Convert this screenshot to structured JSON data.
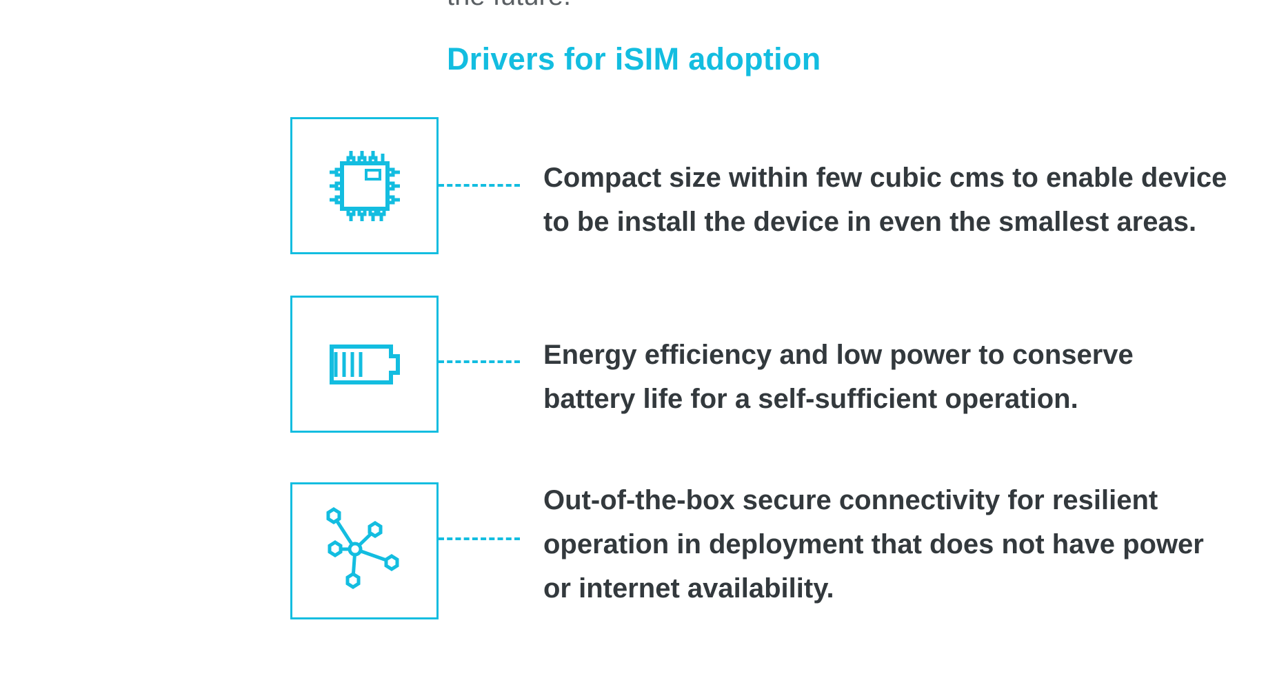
{
  "intro": {
    "cut_text": "the future."
  },
  "section": {
    "title": "Drivers for iSIM adoption"
  },
  "drivers": [
    {
      "icon": "chip-icon",
      "text": "Compact size within few cubic cms to enable device to be install the device in even the smallest areas."
    },
    {
      "icon": "battery-icon",
      "text": "Energy efficiency and low power to conserve battery life for a self-sufficient operation."
    },
    {
      "icon": "network-icon",
      "text": "Out-of-the-box secure connectivity for resilient operation in deployment that does not have power or internet availability."
    }
  ],
  "colors": {
    "accent": "#13bde0",
    "text": "#33393d"
  }
}
